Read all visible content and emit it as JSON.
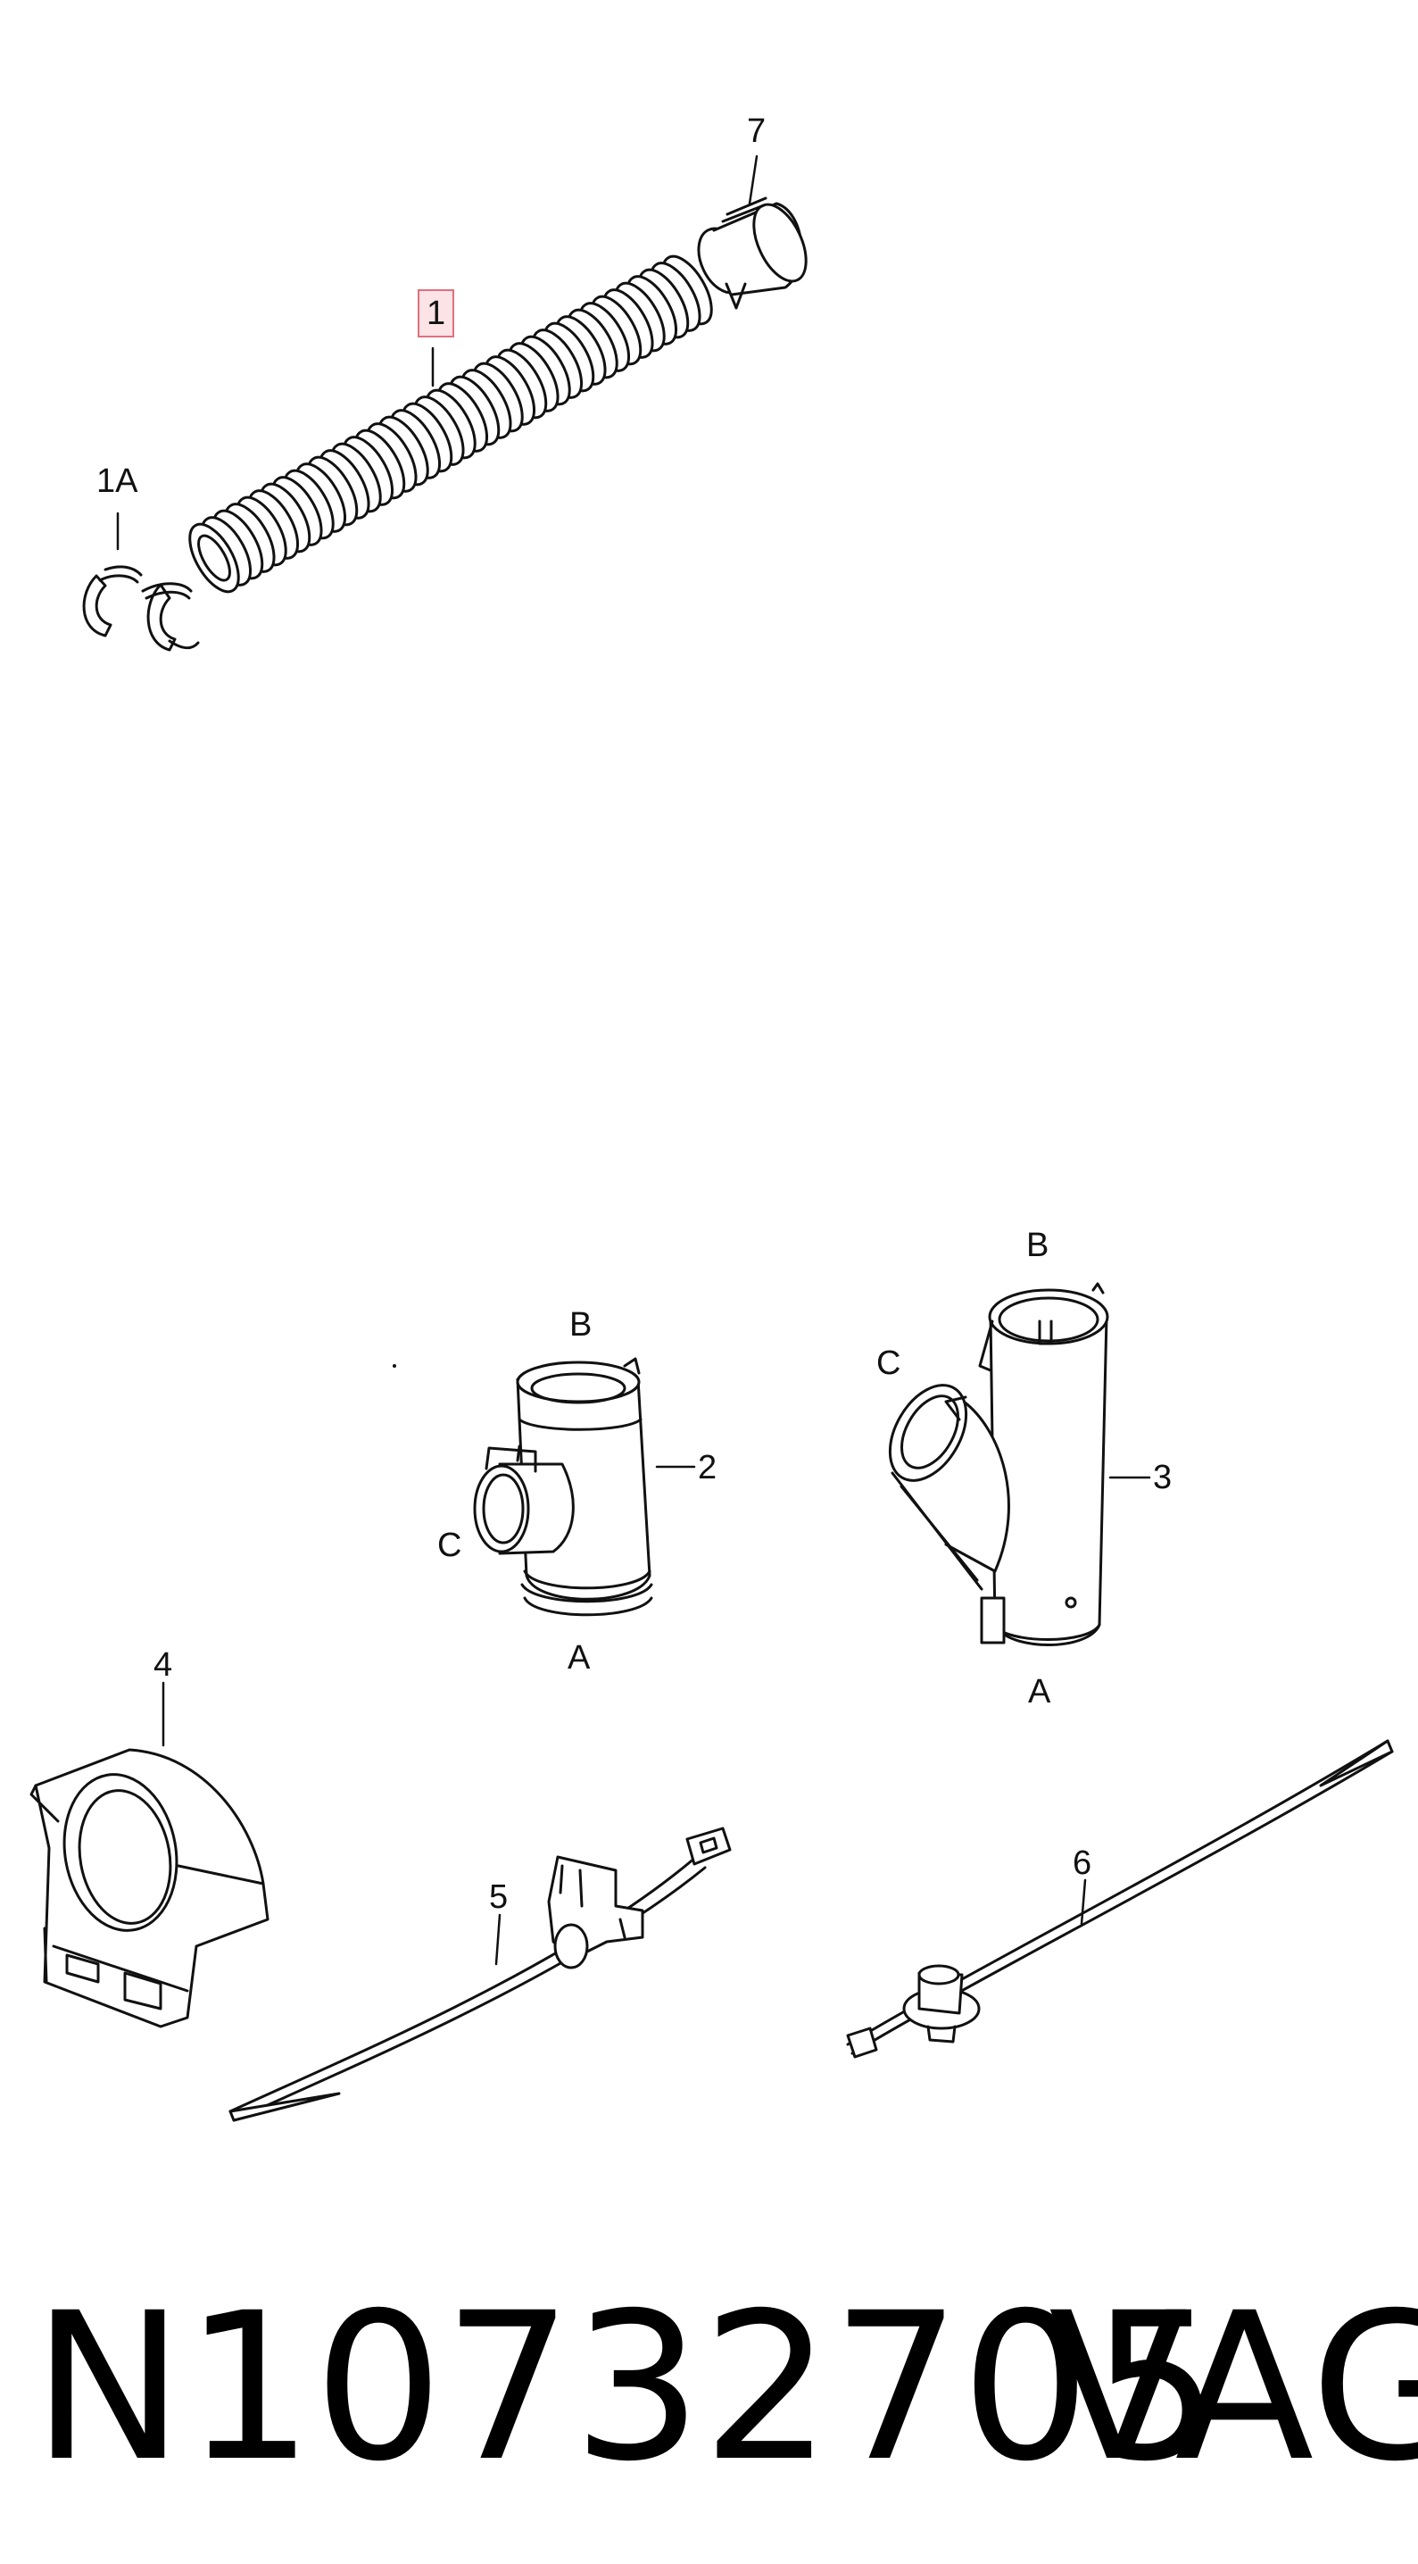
{
  "callouts": {
    "part_1": "1",
    "part_1a": "1A",
    "part_2": "2",
    "part_3": "3",
    "part_4": "4",
    "part_5": "5",
    "part_6": "6",
    "part_7": "7",
    "tee_b": "B",
    "tee_c": "C",
    "tee_a": "A",
    "wye_b": "B",
    "wye_c": "C",
    "wye_a": "A"
  },
  "footer": {
    "part_number": "N10732705",
    "brand": "VAG"
  },
  "colors": {
    "line": "#111111",
    "highlight_border": "#e07080",
    "highlight_fill": "#fbe3e6"
  }
}
